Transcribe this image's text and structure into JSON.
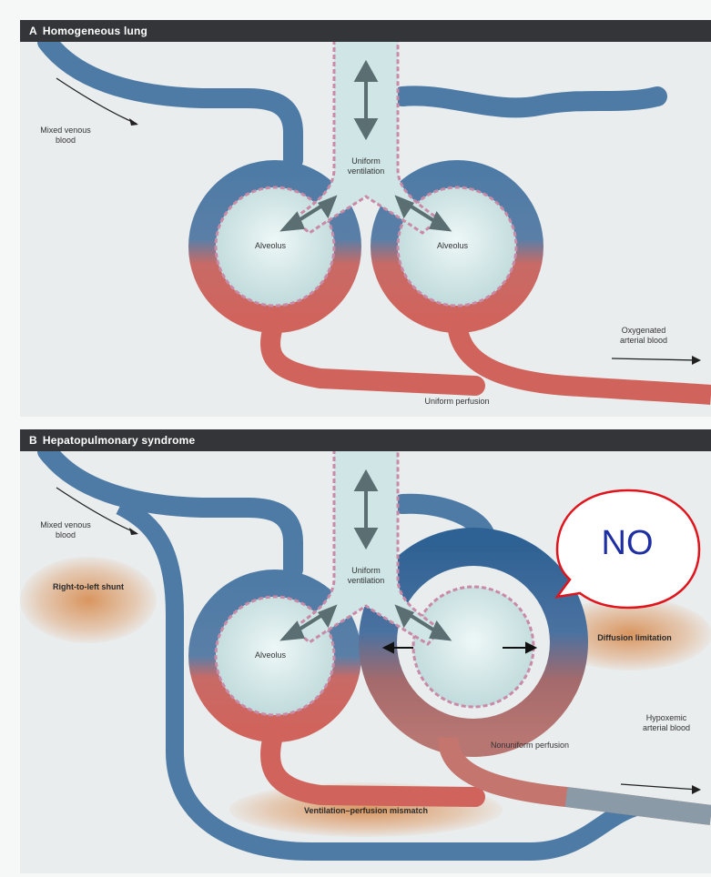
{
  "panel_a": {
    "letter": "A",
    "title": "Homogeneous lung",
    "labels": {
      "mixed_venous": "Mixed venous blood",
      "uniform_ventilation": "Uniform ventilation",
      "alveolus_left": "Alveolus",
      "alveolus_right": "Alveolus",
      "oxygenated_arterial": "Oxygenated arterial blood",
      "uniform_perfusion": "Uniform perfusion"
    }
  },
  "panel_b": {
    "letter": "B",
    "title": "Hepatopulmonary syndrome",
    "labels": {
      "mixed_venous": "Mixed venous blood",
      "uniform_ventilation": "Uniform ventilation",
      "alveolus_left": "Alveolus",
      "right_to_left_shunt": "Right-to-left shunt",
      "diffusion_limitation": "Diffusion limitation",
      "nonuniform_perfusion": "Nonuniform perfusion",
      "hypoxemic_arterial": "Hypoxemic arterial blood",
      "va_mismatch": "Ventilation–perfusion mismatch"
    }
  },
  "annotation": {
    "text": "NO",
    "stroke_color": "#e0141c",
    "text_color": "#1e2fa3"
  },
  "colors": {
    "vein": "#4e7ba6",
    "artery": "#d0645c",
    "alveolus": "#cfe5e6",
    "header": "#333538"
  }
}
